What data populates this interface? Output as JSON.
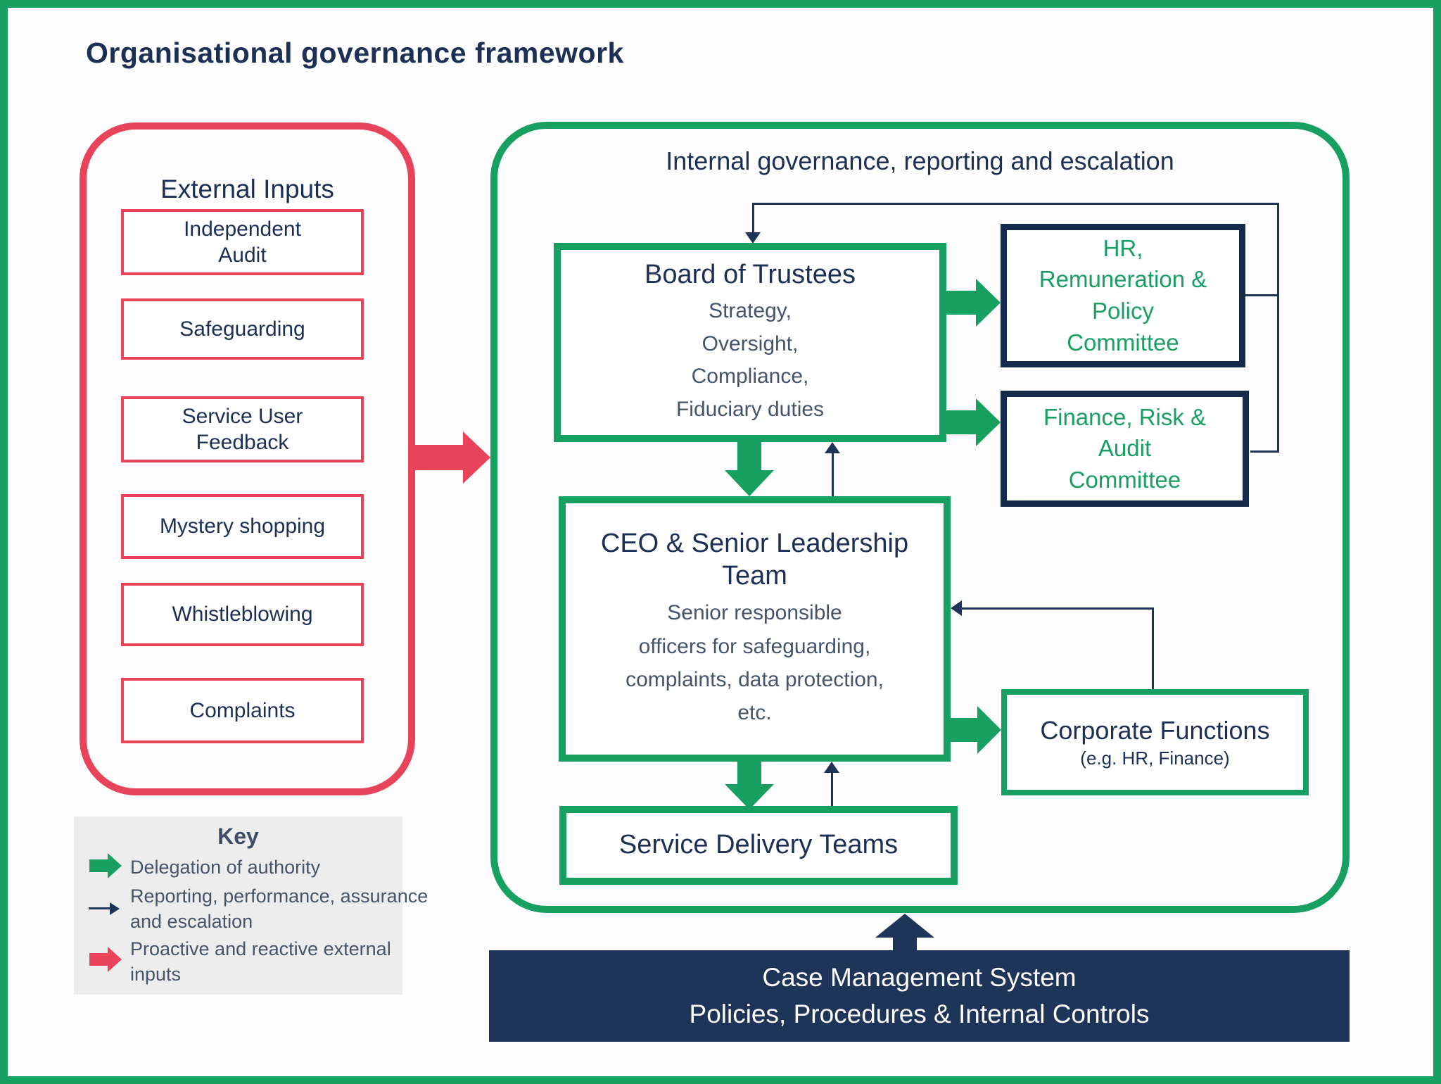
{
  "title": "Organisational governance framework",
  "colors": {
    "green": "#17A062",
    "red": "#E8435A",
    "navy": "#1E3458",
    "navy_dark": "#15294A",
    "text_navy": "#1C2F54",
    "text_gray": "#44546A",
    "key_bg": "#EDEDED",
    "bar_text": "#FFFFFF"
  },
  "external": {
    "title": "External Inputs",
    "items": [
      "Independent\nAudit",
      "Safeguarding",
      "Service User\nFeedback",
      "Mystery shopping",
      "Whistleblowing",
      "Complaints"
    ]
  },
  "internal": {
    "title": "Internal governance, reporting and escalation",
    "board": {
      "title": "Board of Trustees",
      "subtitle": "Strategy,\nOversight,\nCompliance,\nFiduciary duties"
    },
    "committees": {
      "hr": "HR,\nRemuneration &\nPolicy\nCommittee",
      "finance": "Finance, Risk &\nAudit\nCommittee"
    },
    "ceo": {
      "title": "CEO & Senior Leadership\nTeam",
      "subtitle": "Senior responsible\nofficers for safeguarding,\ncomplaints, data protection,\netc."
    },
    "corporate": {
      "title": "Corporate Functions",
      "subtitle": "(e.g. HR, Finance)"
    },
    "service": "Service Delivery Teams"
  },
  "case_bar": "Case Management System\nPolicies, Procedures & Internal Controls",
  "key": {
    "title": "Key",
    "items": [
      {
        "icon": "delegation-arrow-icon",
        "label": "Delegation of authority"
      },
      {
        "icon": "reporting-arrow-icon",
        "label": "Reporting, performance, assurance\nand escalation"
      },
      {
        "icon": "external-inputs-arrow-icon",
        "label": "Proactive and reactive external\ninputs"
      }
    ]
  }
}
